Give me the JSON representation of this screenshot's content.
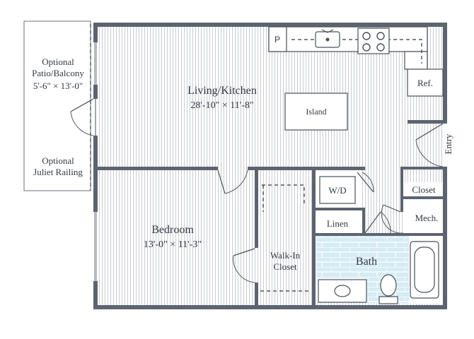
{
  "rooms": {
    "patio": {
      "title_line1": "Optional",
      "title_line2": "Patio/Balcony",
      "dims": "5'-6\" × 13'-0\""
    },
    "juliet": {
      "line1": "Optional",
      "line2": "Juliet Railing"
    },
    "living": {
      "title": "Living/Kitchen",
      "dims": "28'-10\" × 11'-8\""
    },
    "bedroom": {
      "title": "Bedroom",
      "dims": "13'-0\" × 11'-3\""
    },
    "island": "Island",
    "pantry": "P",
    "refrigerator": "Ref.",
    "entry": "Entry",
    "closet": "Closet",
    "washer_dryer": "W/D",
    "mechanical": "Mech.",
    "linen": "Linen",
    "walk_in_closet": {
      "line1": "Walk-In",
      "line2": "Closet"
    },
    "bath": "Bath"
  },
  "colors": {
    "wall": "#5d6470",
    "floor_stripe": "#c9ccd1",
    "bath_tile": "#d6ecf4",
    "text": "#333a44"
  }
}
